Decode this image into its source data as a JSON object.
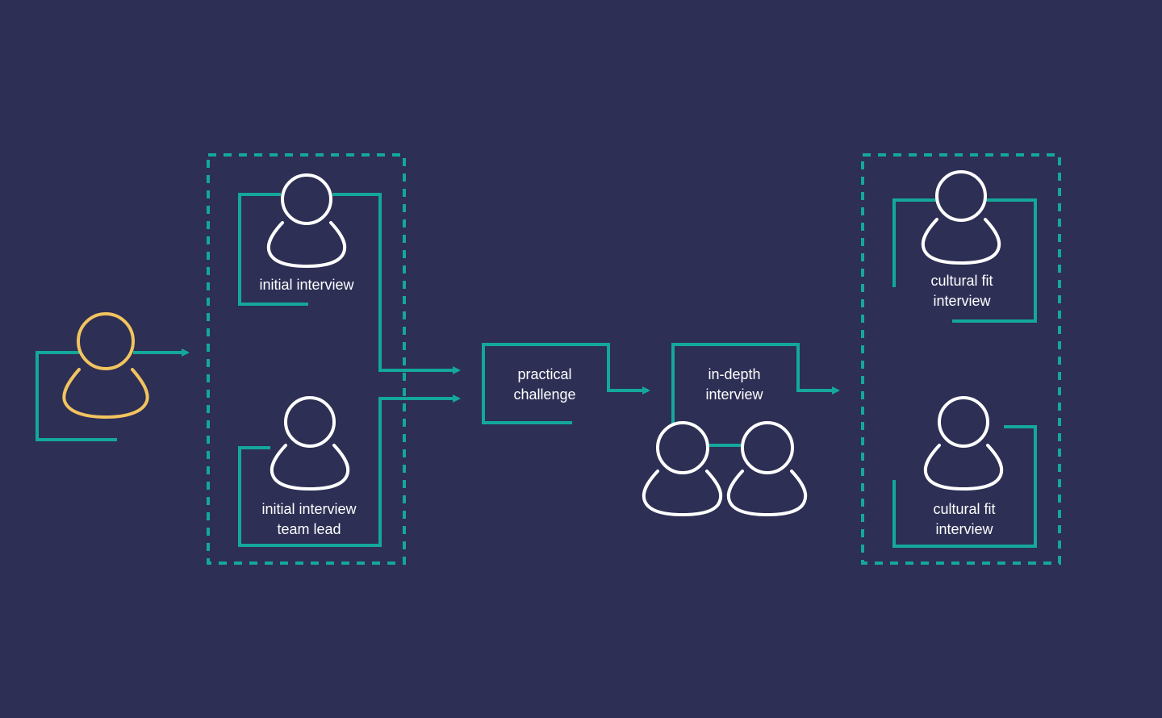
{
  "colors": {
    "background": "#2d2f55",
    "accent": "#14a89a",
    "candidate": "#f2c45f",
    "interviewer": "#ffffff",
    "text": "#ffffff"
  },
  "steps": {
    "candidate": {
      "icon": "candidate-person-icon"
    },
    "initial_interview": {
      "line1": "initial interview",
      "icon": "interviewer-person-icon"
    },
    "initial_interview_team_lead": {
      "line1": "initial interview",
      "line2": "team lead",
      "icon": "team-lead-person-icon"
    },
    "practical_challenge": {
      "line1": "practical",
      "line2": "challenge"
    },
    "in_depth_interview": {
      "line1": "in-depth",
      "line2": "interview",
      "icon": "two-people-icon"
    },
    "cultural_fit_top": {
      "line1": "cultural fit",
      "line2": "interview",
      "icon": "interviewer-person-icon"
    },
    "cultural_fit_bottom": {
      "line1": "cultural fit",
      "line2": "interview",
      "icon": "interviewer-person-icon"
    }
  }
}
